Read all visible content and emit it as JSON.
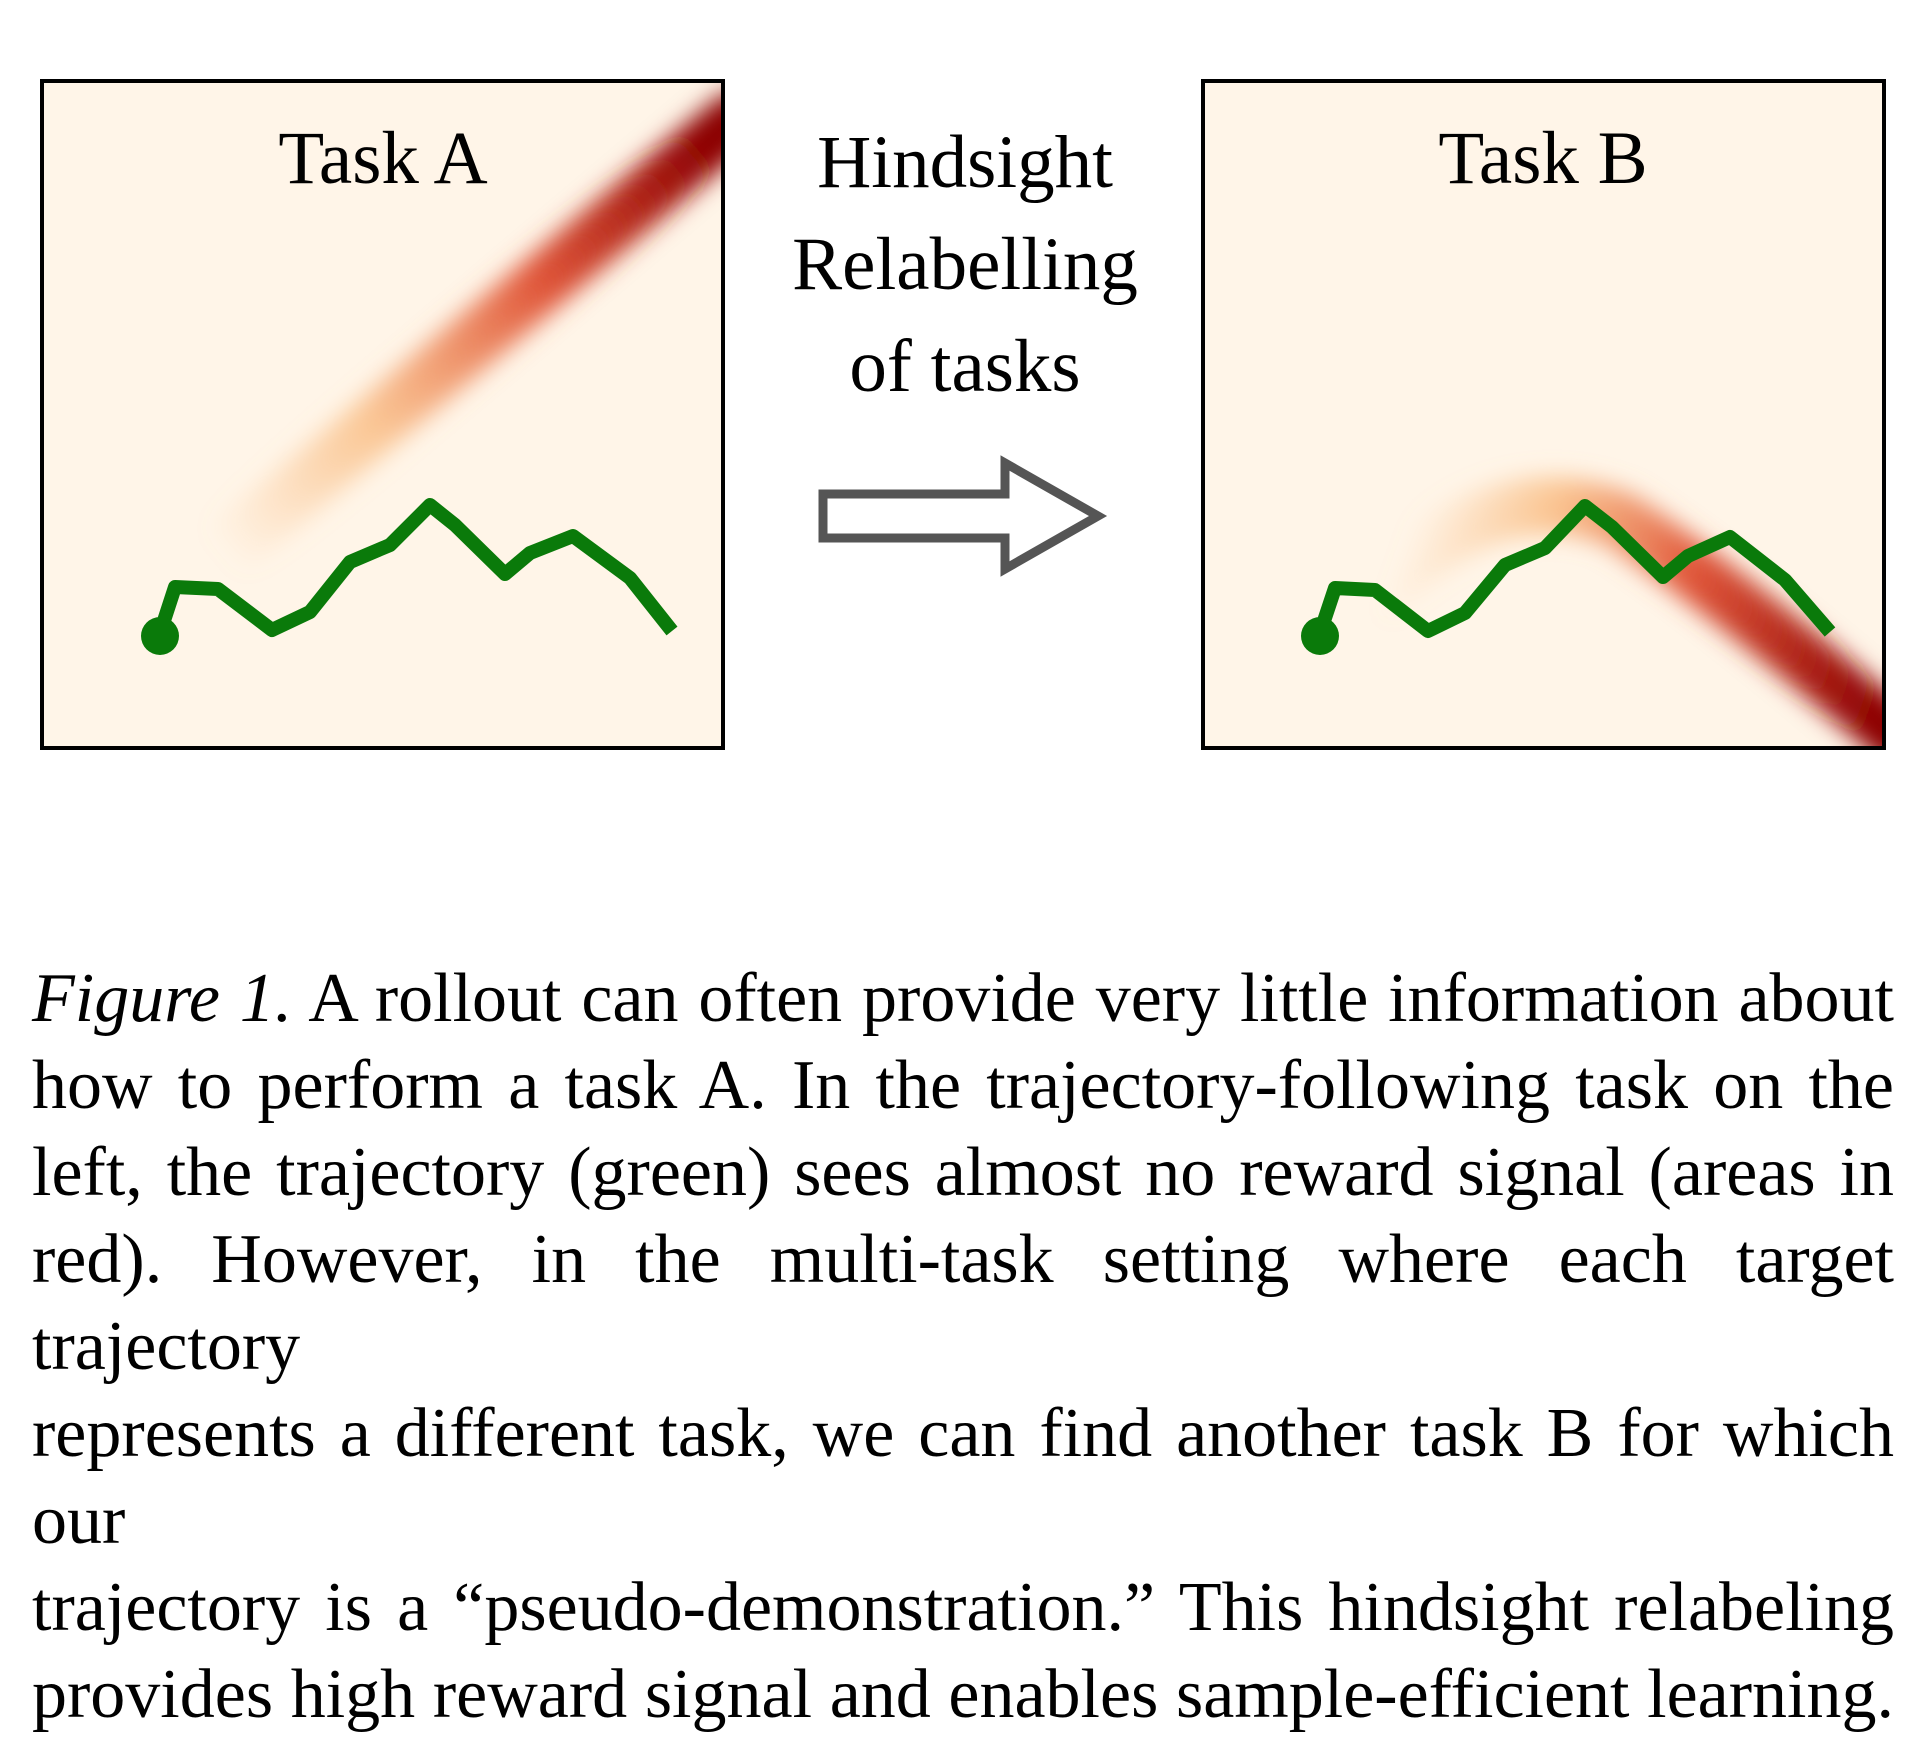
{
  "figure": {
    "panel_a": {
      "title": "Task A"
    },
    "panel_b": {
      "title": "Task B"
    },
    "middle_label": [
      "Hindsight",
      "Relabelling",
      "of tasks"
    ],
    "colors": {
      "background": "#fff5e8",
      "reward_dark": "#8b0000",
      "reward_mid": "#e0563a",
      "reward_light": "#f9b97c",
      "trajectory": "#0a7a0a",
      "arrow": "#555555",
      "frame": "#000000"
    }
  },
  "caption": {
    "label": "Figure 1.",
    "lines": [
      "A rollout can often provide very little information about",
      "how to perform a task A. In the trajectory-following task on the",
      "left, the trajectory (green) sees almost no reward signal (areas in",
      "red). However, in the multi-task setting where each target trajectory",
      "represents a different task, we can find another task B for which our",
      "trajectory is a “pseudo-demonstration.” This hindsight relabeling",
      "provides high reward signal and enables sample-efficient learning."
    ]
  }
}
